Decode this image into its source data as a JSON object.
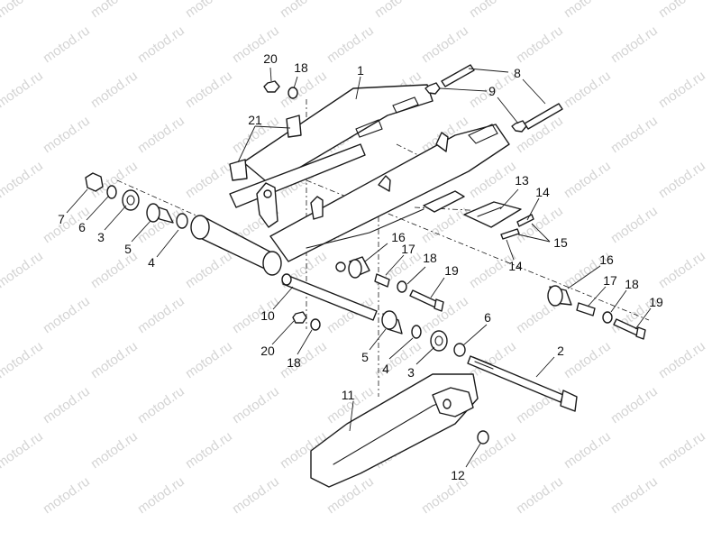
{
  "watermark": {
    "text": "motod.ru",
    "color": "#d4d4d4"
  },
  "line_color": "#1a1a1a",
  "callouts": [
    {
      "id": "c1",
      "label": "1"
    },
    {
      "id": "c2",
      "label": "2"
    },
    {
      "id": "c3a",
      "label": "3"
    },
    {
      "id": "c3b",
      "label": "3"
    },
    {
      "id": "c4a",
      "label": "4"
    },
    {
      "id": "c4b",
      "label": "4"
    },
    {
      "id": "c5a",
      "label": "5"
    },
    {
      "id": "c5b",
      "label": "5"
    },
    {
      "id": "c6a",
      "label": "6"
    },
    {
      "id": "c6b",
      "label": "6"
    },
    {
      "id": "c7",
      "label": "7"
    },
    {
      "id": "c8",
      "label": "8"
    },
    {
      "id": "c9",
      "label": "9"
    },
    {
      "id": "c10",
      "label": "10"
    },
    {
      "id": "c11",
      "label": "11"
    },
    {
      "id": "c12",
      "label": "12"
    },
    {
      "id": "c13",
      "label": "13"
    },
    {
      "id": "c14a",
      "label": "14"
    },
    {
      "id": "c14b",
      "label": "14"
    },
    {
      "id": "c15",
      "label": "15"
    },
    {
      "id": "c16a",
      "label": "16"
    },
    {
      "id": "c16b",
      "label": "16"
    },
    {
      "id": "c17a",
      "label": "17"
    },
    {
      "id": "c17b",
      "label": "17"
    },
    {
      "id": "c18a",
      "label": "18"
    },
    {
      "id": "c18b",
      "label": "18"
    },
    {
      "id": "c18c",
      "label": "18"
    },
    {
      "id": "c18d",
      "label": "18"
    },
    {
      "id": "c19a",
      "label": "19"
    },
    {
      "id": "c19b",
      "label": "19"
    },
    {
      "id": "c20a",
      "label": "20"
    },
    {
      "id": "c20b",
      "label": "20"
    },
    {
      "id": "c21",
      "label": "21"
    }
  ]
}
